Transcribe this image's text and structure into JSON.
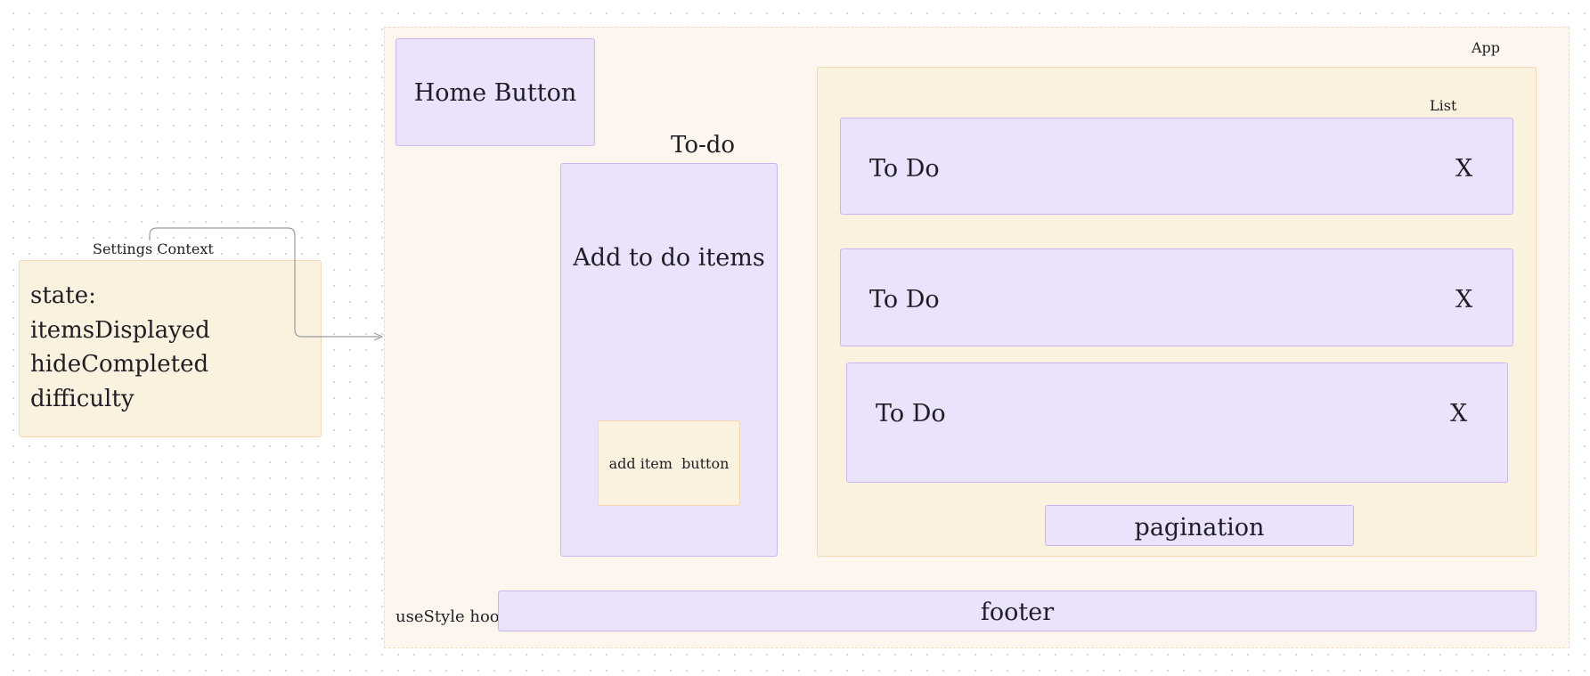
{
  "app": {
    "label": "App"
  },
  "home_button": {
    "label": "Home Button"
  },
  "todo_section": {
    "title": "To-do",
    "form_label": "Add to do items",
    "add_button_label": "add item  button"
  },
  "list": {
    "label": "List",
    "items": [
      {
        "label": "To Do",
        "close": "X"
      },
      {
        "label": "To Do",
        "close": "X"
      },
      {
        "label": "To Do",
        "close": "X"
      }
    ],
    "pagination_label": "pagination"
  },
  "footer": {
    "hook_label": "useStyle hook",
    "label": "footer"
  },
  "settings": {
    "title": "Settings Context",
    "lines": [
      "state:",
      "itemsDisplayed",
      "hideCompleted",
      "difficulty"
    ]
  },
  "colors": {
    "lavender_fill": "#ebe2fb",
    "lavender_border": "#c9b6ef",
    "cream_fill": "#fbf1df",
    "cream_border": "#f2d9b3",
    "app_fill": "#fdf6ee",
    "connector": "#9a9aa4"
  }
}
